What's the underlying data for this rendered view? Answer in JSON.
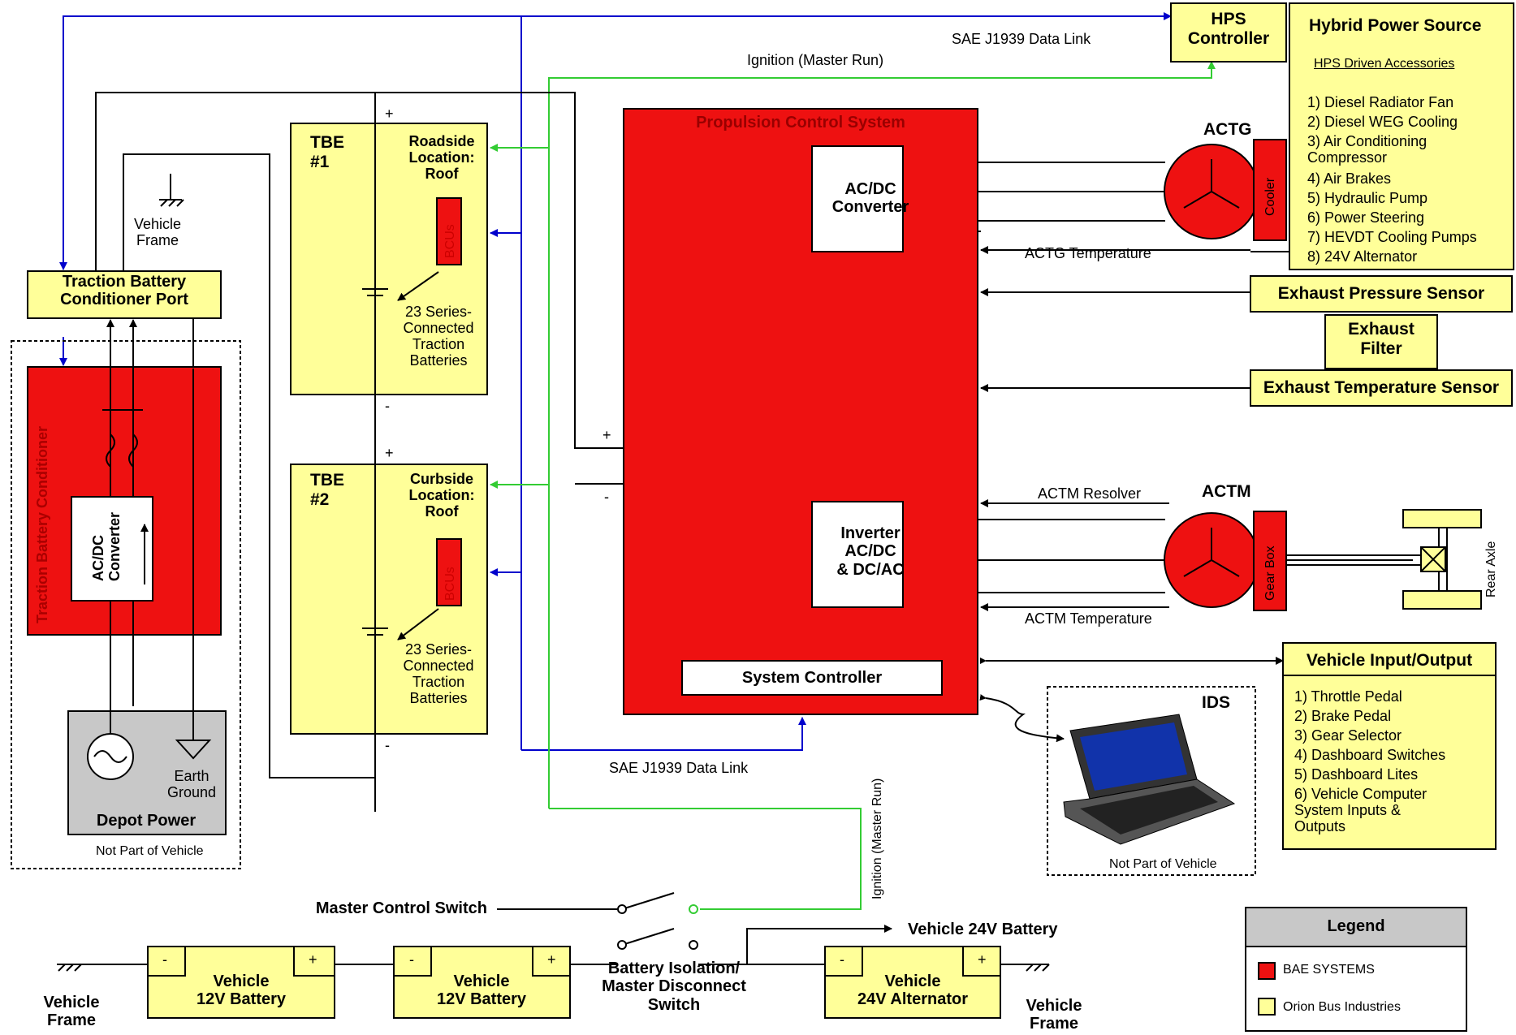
{
  "hps": {
    "controller": "HPS\nController",
    "title": "Hybrid Power Source",
    "accessories_heading": "HPS Driven Accessories",
    "accessories": [
      "1) Diesel Radiator Fan",
      "2) Diesel WEG Cooling",
      "3) Air Conditioning\nCompressor",
      "4) Air Brakes",
      "5) Hydraulic Pump",
      "6) Power Steering",
      "7) HEVDT Cooling Pumps",
      "8) 24V Alternator"
    ]
  },
  "links": {
    "sae_top": "SAE J1939 Data Link",
    "ignition_top": "Ignition (Master Run)",
    "sae_bottom": "SAE J1939 Data Link",
    "ignition_vertical": "Ignition (Master Run)"
  },
  "pcs": {
    "title": "Propulsion Control System",
    "acdc": "AC/DC\nConverter",
    "inverter": "Inverter\nAC/DC\n& DC/AC",
    "system_controller": "System Controller"
  },
  "actg": {
    "label": "ACTG",
    "cooler": "Cooler",
    "temperature": "ACTG Temperature"
  },
  "actm": {
    "label": "ACTM",
    "resolver": "ACTM Resolver",
    "temperature": "ACTM Temperature",
    "gear_box": "Gear Box",
    "rear_axle": "Rear Axle"
  },
  "exhaust": {
    "pressure": "Exhaust Pressure Sensor",
    "filter": "Exhaust\nFilter",
    "temperature": "Exhaust Temperature Sensor"
  },
  "tbe1": {
    "name": "TBE\n#1",
    "location": "Roadside\nLocation:\nRoof",
    "bcus": "BCUs",
    "batteries": "23 Series-\nConnected\nTraction\nBatteries"
  },
  "tbe2": {
    "name": "TBE\n#2",
    "location": "Curbside\nLocation:\nRoof",
    "bcus": "BCUs",
    "batteries": "23 Series-\nConnected\nTraction\nBatteries"
  },
  "signs": {
    "plus": "+",
    "minus": "-"
  },
  "tbc": {
    "port": "Traction Battery\nConditioner Port",
    "conditioner": "Traction Battery Conditioner",
    "acdc": "AC/DC\nConverter",
    "vehicle_frame": "Vehicle\nFrame",
    "earth_ground": "Earth\nGround",
    "depot_power": "Depot Power",
    "not_part": "Not Part of Vehicle"
  },
  "vio": {
    "title": "Vehicle Input/Output",
    "items": [
      "1) Throttle Pedal",
      "2) Brake Pedal",
      "3) Gear Selector",
      "4) Dashboard Switches",
      "5) Dashboard Lites",
      "6) Vehicle Computer\nSystem Inputs &\nOutputs"
    ]
  },
  "ids": {
    "label": "IDS",
    "not_part": "Not Part of Vehicle"
  },
  "bottom": {
    "master_control": "Master Control Switch",
    "battery_isolation": "Battery Isolation/\nMaster Disconnect\nSwitch",
    "vehicle_24v_battery": "Vehicle 24V Battery",
    "battery_12v_a": "Vehicle\n12V Battery",
    "battery_12v_b": "Vehicle\n12V Battery",
    "alternator": "Vehicle\n24V Alternator",
    "frame_left": "Vehicle\nFrame",
    "frame_right": "Vehicle\nFrame"
  },
  "legend": {
    "title": "Legend",
    "bae": "BAE SYSTEMS",
    "orion": "Orion Bus Industries"
  },
  "colors": {
    "red": "#ee1111",
    "yellow": "#ffff99",
    "blue": "#0000cc",
    "green": "#33cc33",
    "gray": "#c8c8c8"
  }
}
